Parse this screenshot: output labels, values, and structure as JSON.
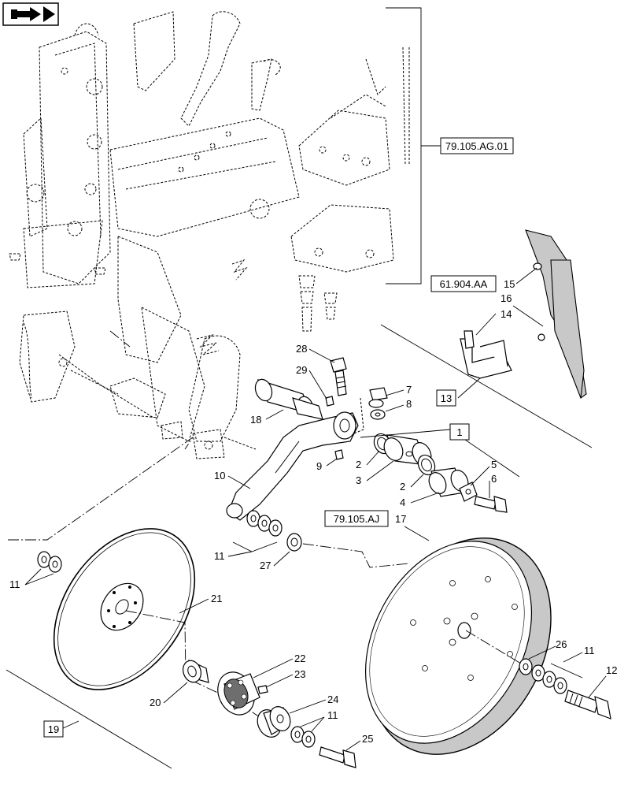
{
  "nav": {
    "icon": "arrow-right-icon"
  },
  "refs": {
    "r_79105AG01": "79.105.AG.01",
    "r_61904AA": "61.904.AA",
    "r_79105AJ": "79.105.AJ",
    "r_13": "13",
    "r_1": "1",
    "r_19": "19"
  },
  "callouts": {
    "c2a": "2",
    "c2b": "2",
    "c3": "3",
    "c4": "4",
    "c5": "5",
    "c6": "6",
    "c7": "7",
    "c8": "8",
    "c9": "9",
    "c10": "10",
    "c11a": "11",
    "c11b": "11",
    "c11c": "11",
    "c11d": "11",
    "c12": "12",
    "c14": "14",
    "c15": "15",
    "c16": "16",
    "c17": "17",
    "c18": "18",
    "c20": "20",
    "c21": "21",
    "c22": "22",
    "c23": "23",
    "c24": "24",
    "c25": "25",
    "c26": "26",
    "c27": "27",
    "c28": "28",
    "c29": "29"
  }
}
